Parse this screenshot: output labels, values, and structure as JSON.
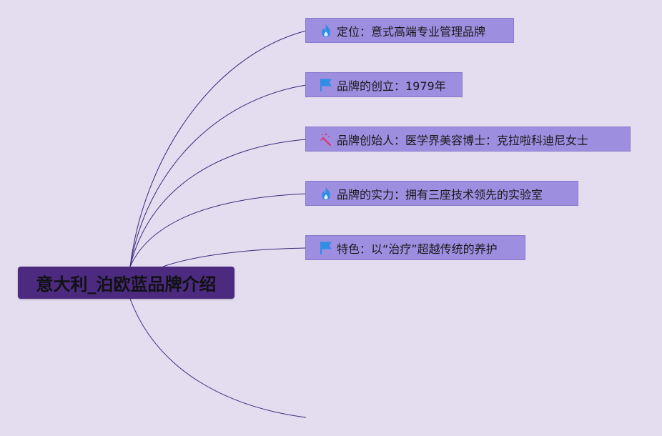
{
  "root": {
    "label": "意大利_泊欧蓝品牌介绍"
  },
  "branches": [
    {
      "icon": "flame-icon",
      "label": "定位：意式高端专业管理品牌"
    },
    {
      "icon": "flag-icon",
      "label": "品牌的创立：1979年"
    },
    {
      "icon": "magic-wand-icon",
      "label": "品牌创始人：医学界美容博士：克拉啦科迪尼女士"
    },
    {
      "icon": "flame-icon",
      "label": "品牌的实力：拥有三座技术领先的实验室"
    },
    {
      "icon": "flag-icon",
      "label": "特色：以“治疗”超越传统的养护"
    }
  ],
  "colors": {
    "background": "#e4dcef",
    "root_fill": "#4b2a80",
    "node_fill": "#9d8ee0",
    "connector": "#3b2a7a",
    "flame": "#2f8de4",
    "flag": "#2f8de4",
    "wand": "#e2336b"
  }
}
